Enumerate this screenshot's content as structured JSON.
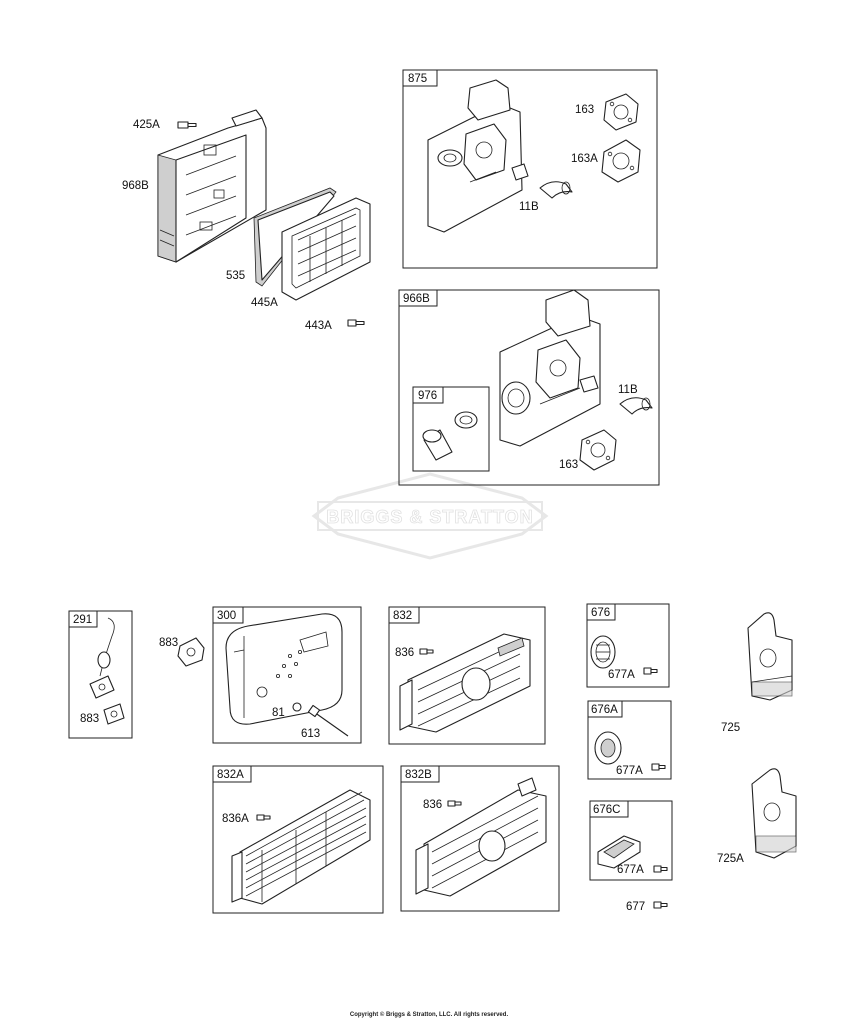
{
  "watermark": {
    "text": "BRIGGS & STRATTON"
  },
  "callouts": {
    "c425A": "425A",
    "c968B": "968B",
    "c535": "535",
    "c445A": "445A",
    "c443A": "443A",
    "c163_top": "163",
    "c163A": "163A",
    "c11B_top": "11B",
    "c11B_mid": "11B",
    "c163_mid": "163",
    "c883_a": "883",
    "c883_b": "883",
    "c81": "81",
    "c613": "613",
    "c836": "836",
    "c836A": "836A",
    "c836_b": "836",
    "c677A_a": "677A",
    "c677A_b": "677A",
    "c677A_c": "677A",
    "c677": "677",
    "c725": "725",
    "c725A": "725A"
  },
  "boxes": {
    "b875": "875",
    "b966B": "966B",
    "b976": "976",
    "b291": "291",
    "b300": "300",
    "b832": "832",
    "b832A": "832A",
    "b832B": "832B",
    "b676": "676",
    "b676A": "676A",
    "b676C": "676C"
  },
  "footer": {
    "copyright": "Copyright © Briggs & Stratton, LLC. All rights reserved."
  }
}
